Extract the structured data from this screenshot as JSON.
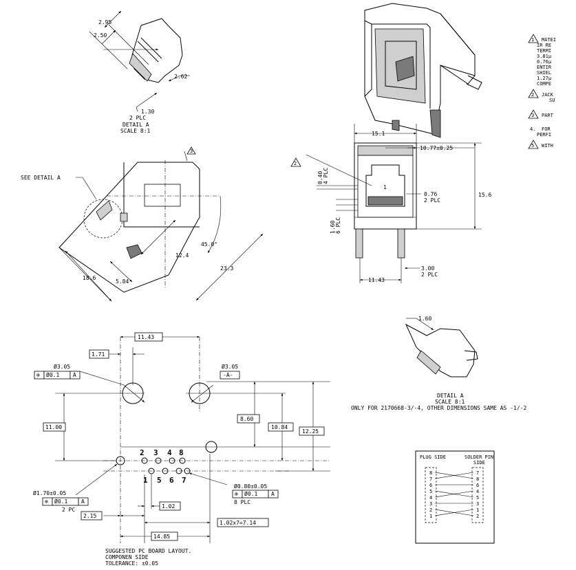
{
  "detail_a_top": {
    "dims": [
      "2.95",
      "2.50",
      "2.62",
      "1.30",
      "2 PLC"
    ],
    "title": "DETAIL  A",
    "scale": "SCALE  8:1"
  },
  "side_view": {
    "see_detail": "SEE DETAIL  A",
    "dims": [
      "18.6",
      "5.84",
      "12.4",
      "45.0°",
      "23.3"
    ],
    "flag": "3"
  },
  "front_view": {
    "dims": [
      "15.1",
      "10.77±0.25",
      "15.6",
      "0.40",
      "4 PLC",
      "0.76",
      "2 PLC",
      "1.60",
      "6 PLC",
      "3.00",
      "2 PLC",
      "11.43"
    ],
    "flag": "2",
    "pin1": "1"
  },
  "notes": [
    {
      "flag": "1",
      "lines": [
        "MATEI",
        "IR RE",
        "TERMI",
        "3.81µ",
        "0.76µ",
        "ENTIR",
        "SHIEL",
        "1.27µ",
        "COMPE"
      ]
    },
    {
      "flag": "2",
      "lines": [
        "JACK",
        "SU"
      ]
    },
    {
      "flag": "3",
      "lines": [
        "PART"
      ]
    },
    {
      "flag": "4.",
      "lines": [
        "FOR",
        "PERFI"
      ]
    },
    {
      "flag": "5",
      "lines": [
        "WITH"
      ]
    }
  ],
  "detail_a_bottom": {
    "dim": "1.60",
    "title": "DETAIL  A",
    "scale": "SCALE  8:1",
    "note": "ONLY FOR 2170668-3/-4, OTHER DIMENSIONS SAME AS -1/-2"
  },
  "pcb_layout": {
    "boxed_dims": [
      "11.43",
      "1.71",
      "11.00",
      "8.60",
      "10.84",
      "12.25",
      "1.02",
      "2.15",
      "14.85",
      "1.02x7=7.14"
    ],
    "hole_large": "Ø3.05",
    "datum": "-A-",
    "hole_small": "Ø1.70±0.05",
    "hole_small_plc": "2 PC",
    "hole_pin": "Ø0.80±0.05",
    "hole_pin_plc": "8 PLC",
    "fcf_symbol": "⊕",
    "fcf_tol": "Ø0.1",
    "fcf_datum": "A",
    "pins_top": [
      "2",
      "3",
      "4",
      "8"
    ],
    "pins_bottom": [
      "1",
      "5",
      "6",
      "7"
    ],
    "caption": [
      "SUGGESTED PC BOARD LAYOUT.",
      "COMPONEN SIDE",
      "TOLERANCE: ±0.05"
    ]
  },
  "wiring": {
    "plug_side": "PLUG SIDE",
    "solder_pin": "SOLDER PIN",
    "solder_side": "SIDE",
    "left_pins": [
      "8",
      "7",
      "6",
      "5",
      "4",
      "3",
      "2",
      "1"
    ],
    "right_pins": [
      "7",
      "8",
      "6",
      "4",
      "5",
      "3",
      "1",
      "2"
    ]
  }
}
